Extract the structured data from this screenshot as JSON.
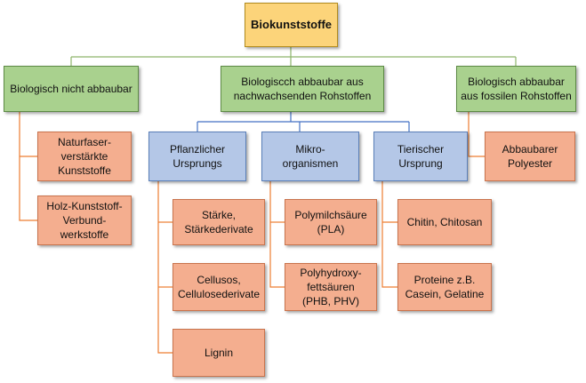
{
  "colors": {
    "root_fill": "#fcd47a",
    "root_border": "#b08a1e",
    "green_fill": "#a9d18e",
    "green_border": "#5d8a46",
    "blue_fill": "#b4c7e7",
    "blue_border": "#5a7fb8",
    "orange_fill": "#f4ae8f",
    "orange_border": "#c8734d",
    "line_green": "#8db56a",
    "line_blue": "#4472c4",
    "line_orange": "#ed7d31"
  },
  "nodes": {
    "root": "Biokunststoffe",
    "cat_non_degradable": "Biologisch nicht abbaubar",
    "cat_renewable": "Biologiscch abbaubar aus\nnachwachsenden Rohstoffen",
    "cat_fossil": "Biologisch abbaubar\naus fossilen Rohstoffen",
    "sub_plant": "Pflanzlicher\nUrsprungs",
    "sub_micro": "Mikro-\norganismen",
    "sub_animal": "Tierischer\nUrsprung",
    "leaf_natural_fiber": "Naturfaser-\nverstärkte\nKunststoffe",
    "leaf_wood_plastic": "Holz-Kunststoff-\nVerbund-\nwerkstoffe",
    "leaf_starch": "Stärke,\nStärkederivate",
    "leaf_cellulose": "Cellusos,\nCellulosederivate",
    "leaf_lignin": "Lignin",
    "leaf_pla": "Polymilchsäure\n(PLA)",
    "leaf_pha": "Polyhydroxy-\nfettsäuren\n(PHB, PHV)",
    "leaf_chitin": "Chitin, Chitosan",
    "leaf_proteins": "Proteine z.B.\nCasein, Gelatine",
    "leaf_polyester": "Abbaubarer\nPolyester"
  }
}
